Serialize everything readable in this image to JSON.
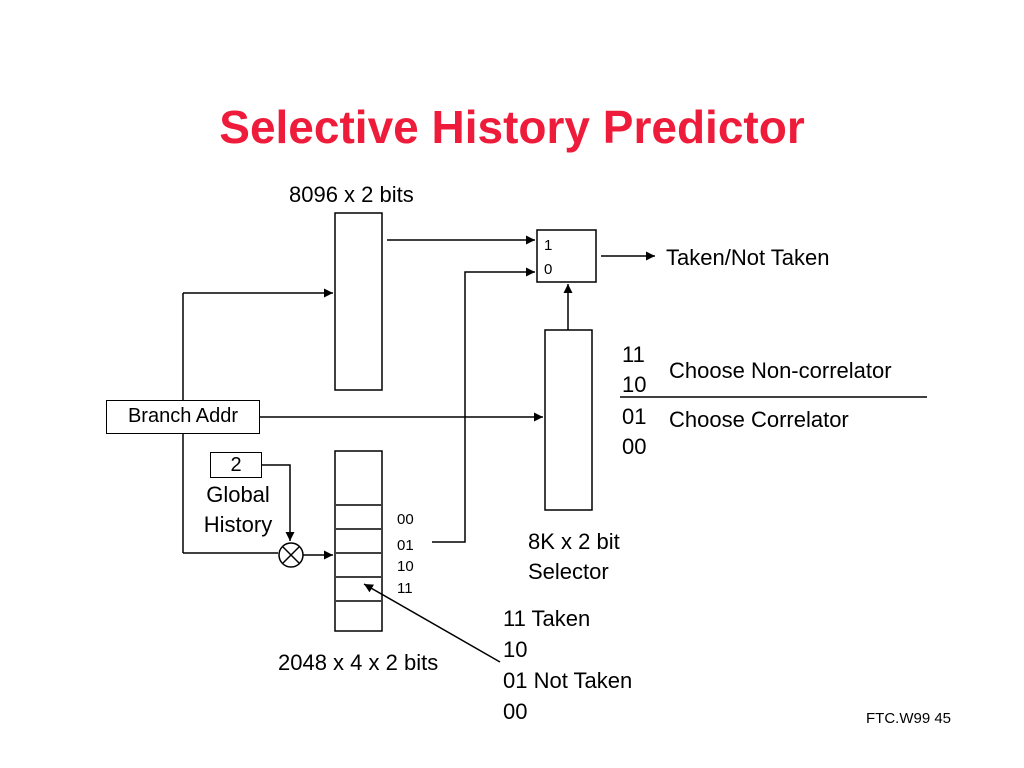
{
  "title": "Selective History Predictor",
  "labels": {
    "top_table": "8096 x 2 bits",
    "mux_in_1": "1",
    "mux_in_0": "0",
    "output": "Taken/Not Taken",
    "branch_addr": "Branch Addr",
    "history_bits": "2",
    "global": "Global",
    "history": "History",
    "sel_11": "11",
    "sel_10": "10",
    "sel_01": "01",
    "sel_00": "00",
    "choose_non": "Choose Non-correlator",
    "choose_cor": "Choose Correlator",
    "idx_00": "00",
    "idx_01": "01",
    "idx_10": "10",
    "idx_11": "11",
    "selector_1": "8K x 2 bit",
    "selector_2": "Selector",
    "bottom_table": "2048 x 4 x 2 bits",
    "st_11": "11 Taken",
    "st_10": "10",
    "st_01": "01 Not Taken",
    "st_00": "00"
  },
  "footer": "FTC.W99 45",
  "colors": {
    "title": "#ee1c3a",
    "lines": "#000000"
  }
}
